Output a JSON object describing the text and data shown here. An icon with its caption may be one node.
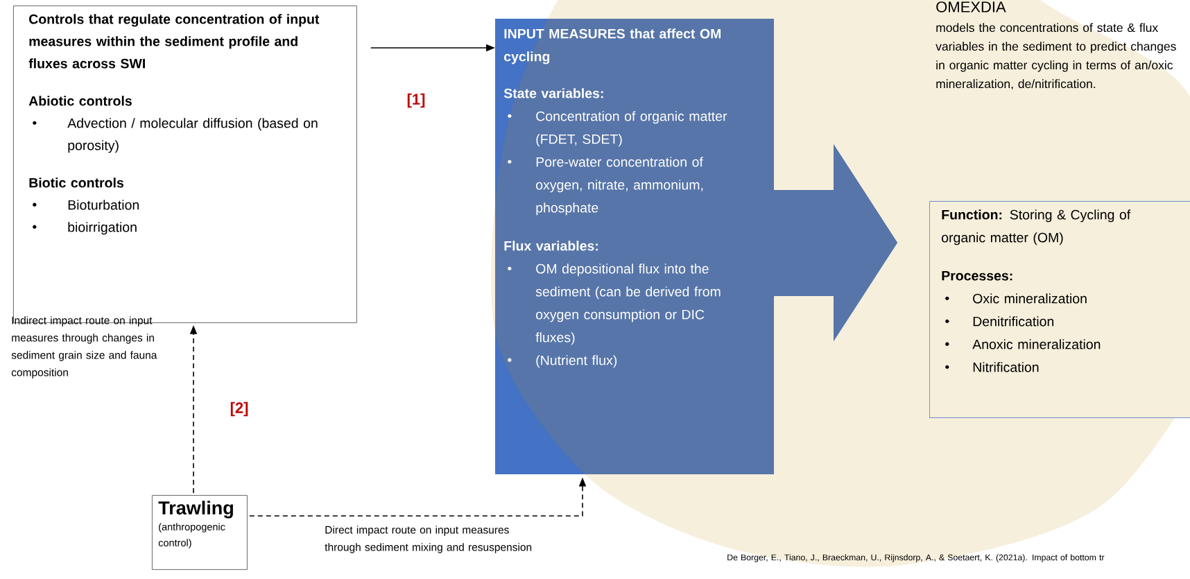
{
  "diagram": {
    "nodes": [
      {
        "text": [
          "Controls that regulate concentration of input measures within the sediment profile and fluxes across SWI",
          "Abiotic controls",
          "Advection / molecular diffusion (based on porosity)",
          "Biotic controls",
          "Bioturbation",
          "bioirrigation"
        ]
      },
      {
        "text": [
          "INPUT MEASURES that affect OM cycling",
          "State variables:",
          "Concentration of organic matter (FDET, SDET)",
          "Pore-water concentration of oxygen, nitrate, ammonium, phosphate",
          "Flux variables:",
          "OM depositional flux into the sediment (can be derived from oxygen consumption or DIC fluxes)",
          "(Nutrient flux)"
        ]
      },
      {
        "text": [
          "**Function:** Storing & Cycling of organic matter (OM)",
          "Processes:",
          "Oxic mineralization",
          "Denitrification",
          "Anoxic mineralization",
          "Nitrification"
        ]
      },
      {
        "text": [
          "Trawling",
          "(anthropogenic control)"
        ]
      }
    ],
    "edges": [
      {
        "from": 0,
        "to": 1,
        "arrow": "to",
        "label": "[1]"
      },
      {
        "from": 3,
        "to": 0,
        "arrow": "to",
        "label": "[2]",
        "style": "dashed"
      },
      {
        "from": 3,
        "to": 1,
        "arrow": "to",
        "style": "dashed"
      }
    ],
    "labels": [
      "OMEXDIA",
      "models the concentrations of state & flux variables in the sediment to predict changes in organic matter cycling in terms of an/oxic mineralization, de/nitrification.",
      "Indirect impact route on input measures through changes in sediment grain size and fauna composition",
      "Direct impact route on input measures through sediment mixing and resuspension",
      "De Borger, E., Tiano, J., Braeckman, U., Rijnsdorp, A., & Soetaert, K. (2021a). Impact of bottom tr"
    ]
  }
}
